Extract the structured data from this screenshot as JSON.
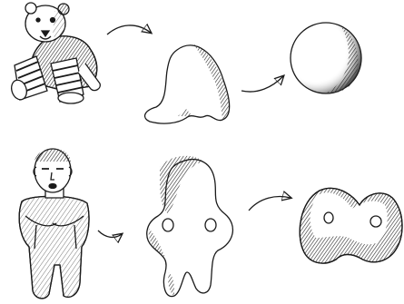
{
  "figure": {
    "rows": [
      {
        "stages": [
          {
            "depicts": "teddy-bear"
          },
          {
            "depicts": "simplified-blob"
          },
          {
            "depicts": "sphere"
          }
        ]
      },
      {
        "stages": [
          {
            "depicts": "human-figure"
          },
          {
            "depicts": "blob-with-holes"
          },
          {
            "depicts": "torus-two-holes"
          }
        ]
      }
    ]
  },
  "colors": {
    "ink": "#1a1a1a",
    "shade": "#3a3a3a",
    "background": "#ffffff"
  }
}
